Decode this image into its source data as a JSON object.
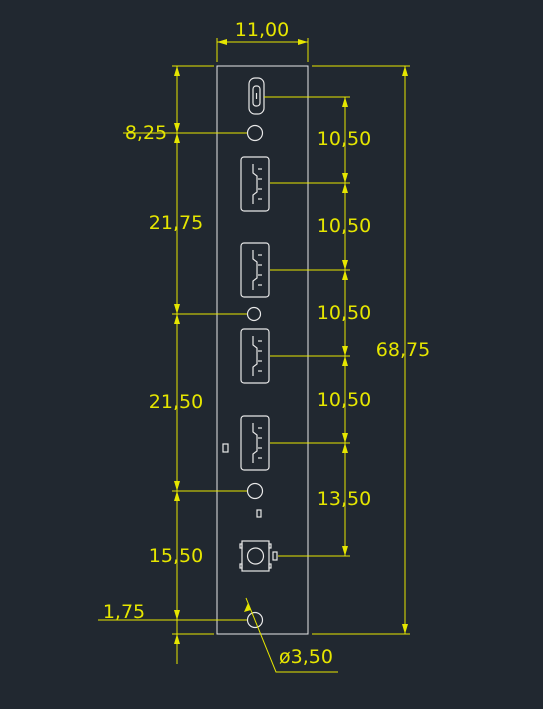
{
  "colors": {
    "background": "#212830",
    "dimension": "#e6e600",
    "outline": "#e8e8e8"
  },
  "dimensions": {
    "panel_width": "11,00",
    "total_height": "68,75",
    "top_margin": "8,25",
    "upper_spacing": "21,75",
    "lower_spacing": "21,50",
    "bottom_spacing": "15,50",
    "bottom_margin": "1,75",
    "usb_pitch_1": "10,50",
    "usb_pitch_2": "10,50",
    "usb_pitch_3": "10,50",
    "usb_pitch_4": "10,50",
    "button_offset": "13,50",
    "hole_diameter": "ø3,50"
  },
  "icons": {
    "usb_c": "usb-c-port-icon",
    "usb_a": "usb-a-port-icon",
    "button": "push-button-icon",
    "hole": "mounting-hole-icon",
    "led": "led-indicator-icon"
  }
}
